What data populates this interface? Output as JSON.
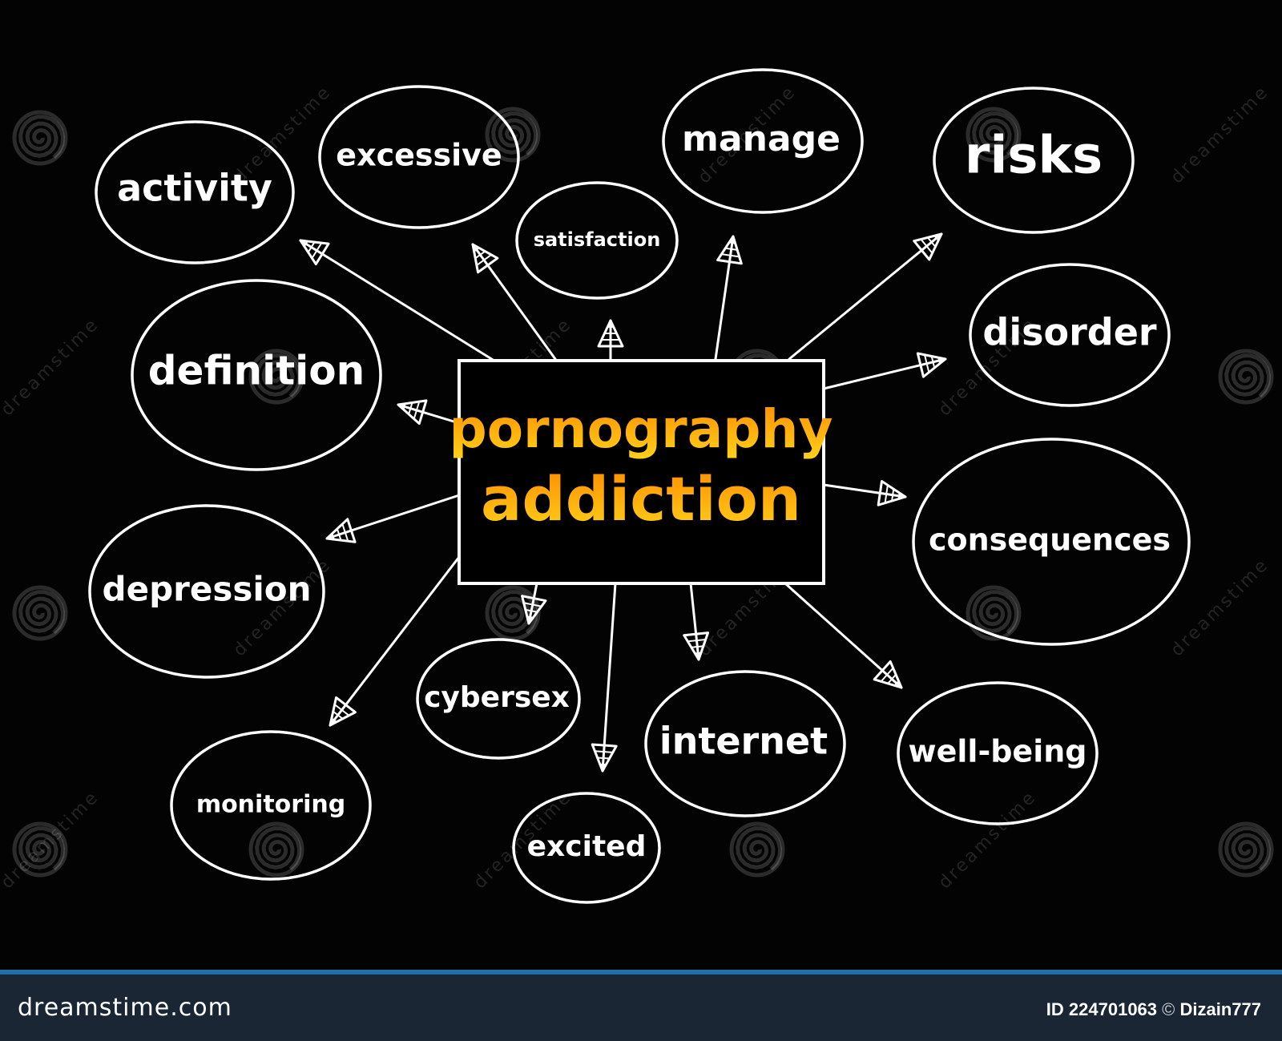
{
  "diagram": {
    "center_title_line1": "pornography",
    "center_title_line2": "addiction",
    "nodes": [
      {
        "id": "activity",
        "label": "activity"
      },
      {
        "id": "excessive",
        "label": "excessive"
      },
      {
        "id": "satisfaction",
        "label": "satisfaction"
      },
      {
        "id": "manage",
        "label": "manage"
      },
      {
        "id": "risks",
        "label": "risks"
      },
      {
        "id": "disorder",
        "label": "disorder"
      },
      {
        "id": "consequences",
        "label": "consequences"
      },
      {
        "id": "well-being",
        "label": "well-being"
      },
      {
        "id": "internet",
        "label": "internet"
      },
      {
        "id": "excited",
        "label": "excited"
      },
      {
        "id": "cybersex",
        "label": "cybersex"
      },
      {
        "id": "monitoring",
        "label": "monitoring"
      },
      {
        "id": "depression",
        "label": "depression"
      },
      {
        "id": "definition",
        "label": "definition"
      }
    ],
    "colors": {
      "background": "#030303",
      "lines": "#ffffff",
      "title_top": "#ff8a00",
      "title_bottom": "#ffd21a"
    }
  },
  "watermark": {
    "text": "dreamstime",
    "icon": "spiral-icon"
  },
  "footer": {
    "brand": "dreamstime.com",
    "id_label": "ID 224701063",
    "separator": "©",
    "author": "Dizain777",
    "accent": "#1e6fa8"
  }
}
